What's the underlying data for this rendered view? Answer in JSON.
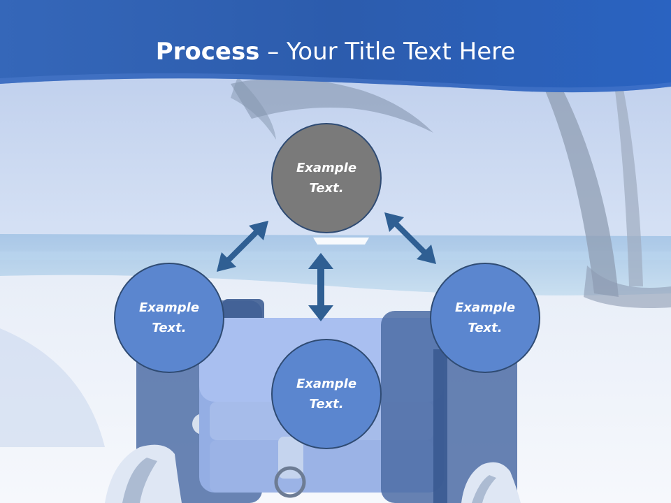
{
  "slide": {
    "title_bold": "Process",
    "title_rest": " – Your Title Text Here"
  },
  "nodes": [
    {
      "id": "top",
      "text": "Example\nText.",
      "color": "#7a7a7a"
    },
    {
      "id": "left",
      "text": "Example\nText.",
      "color": "#5b86cf"
    },
    {
      "id": "bottom",
      "text": "Example\nText.",
      "color": "#5b86cf"
    },
    {
      "id": "right",
      "text": "Example\nText.",
      "color": "#5b86cf"
    }
  ],
  "colors": {
    "header": "#2f62b8",
    "arrow": "#2f5f93",
    "node_border": "#2f4b73"
  },
  "background": {
    "scene": "beach-with-luggage",
    "palette": [
      "#dbe6f5",
      "#a9bde5",
      "#f5f7fb"
    ]
  }
}
